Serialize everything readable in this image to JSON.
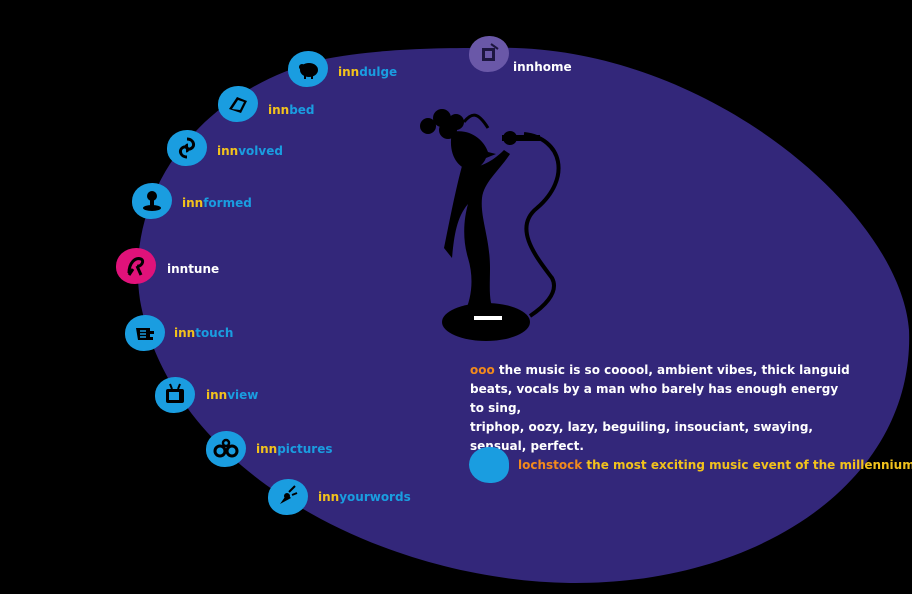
{
  "colors": {
    "background": "#000000",
    "oval": "#33277a",
    "nav_icon": "#1a9de0",
    "active_icon": "#e0127a",
    "home_icon": "#6a58a8",
    "prefix": "#f2c21c",
    "suffix": "#1a9de0",
    "highlight": "#f28a1c",
    "text": "#ffffff"
  },
  "home": {
    "label": "innhome",
    "icon": "home-icon"
  },
  "nav": [
    {
      "prefix": "inn",
      "suffix": "dulge",
      "icon": "pig-icon"
    },
    {
      "prefix": "inn",
      "suffix": "bed",
      "icon": "bed-icon"
    },
    {
      "prefix": "inn",
      "suffix": "volved",
      "icon": "swirl-icon"
    },
    {
      "prefix": "inn",
      "suffix": "formed",
      "icon": "newspaper-icon"
    },
    {
      "prefix": "",
      "suffix": "inntune",
      "icon": "music-icon",
      "active": true
    },
    {
      "prefix": "inn",
      "suffix": "touch",
      "icon": "hand-icon"
    },
    {
      "prefix": "inn",
      "suffix": "view",
      "icon": "tv-icon"
    },
    {
      "prefix": "inn",
      "suffix": "pictures",
      "icon": "glasses-icon"
    },
    {
      "prefix": "inn",
      "suffix": "yourwords",
      "icon": "megaphone-icon"
    }
  ],
  "description": {
    "lead": "ooo",
    "lines": [
      "the music is so cooool, ambient vibes, thick languid",
      "beats, vocals by a man who barely has enough energy to sing,",
      "triphop, oozy, lazy, beguiling, insouciant, swaying,",
      "sensual, perfect."
    ]
  },
  "event": {
    "name": "lochstock",
    "tagline": "the most exciting music event of the millennium"
  }
}
